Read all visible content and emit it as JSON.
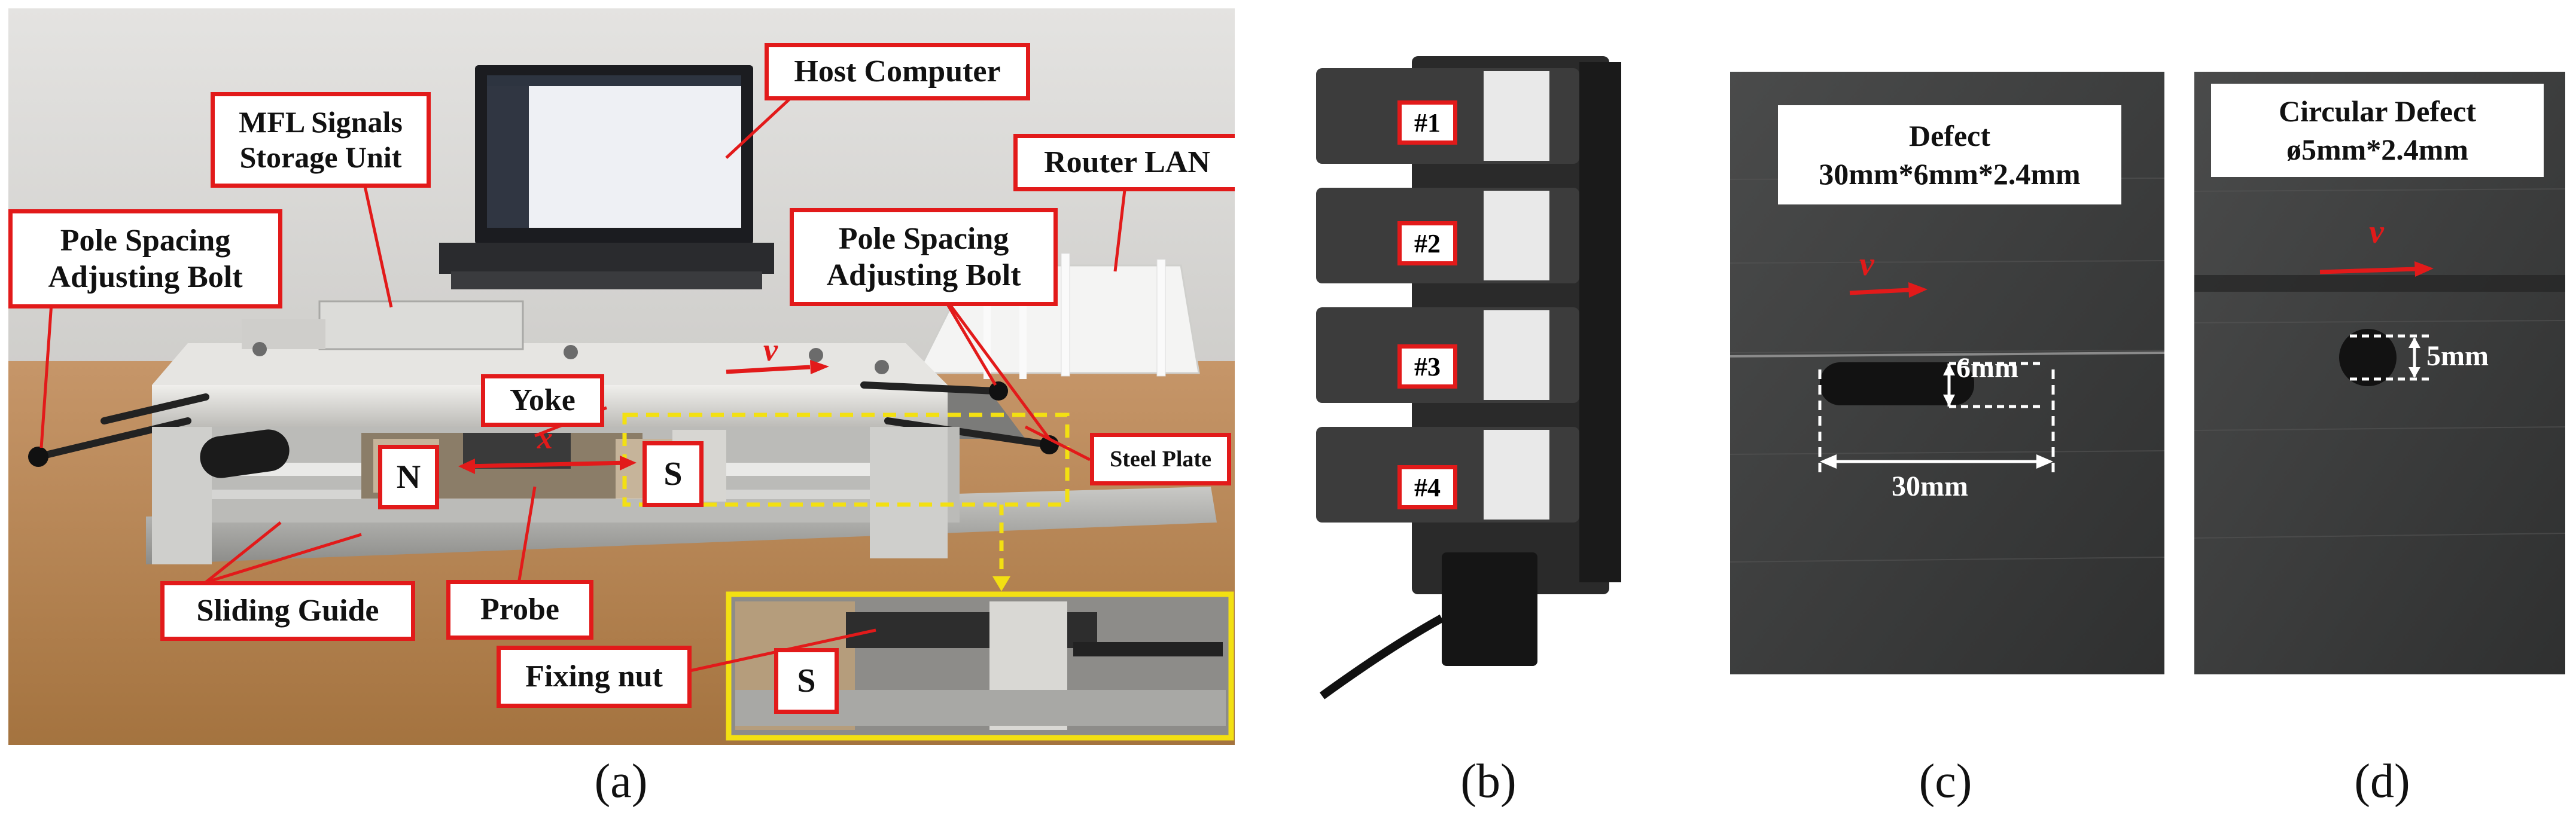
{
  "panel_a": {
    "caption": "(a)",
    "labels": {
      "host_computer": "Host Computer",
      "mfl_storage": "MFL Signals\nStorage Unit",
      "router_lan": "Router LAN",
      "pole_spacing_left": "Pole Spacing\nAdjusting Bolt",
      "pole_spacing_right": "Pole Spacing\nAdjusting Bolt",
      "yoke": "Yoke",
      "steel_plate": "Steel Plate",
      "sliding_guide": "Sliding Guide",
      "probe": "Probe",
      "fixing_nut": "Fixing nut",
      "pole_n": "N",
      "pole_s": "S",
      "pole_s_inset": "S",
      "velocity_upper": "v",
      "velocity_yoke": "x"
    }
  },
  "panel_b": {
    "caption": "(b)",
    "probes": [
      "#1",
      "#2",
      "#3",
      "#4"
    ]
  },
  "panel_c": {
    "caption": "(c)",
    "title_line1": "Defect",
    "title_line2": "30mm*6mm*2.4mm",
    "velocity": "v",
    "height_dim": "6mm",
    "width_dim": "30mm"
  },
  "panel_d": {
    "caption": "(d)",
    "title_line1": "Circular Defect",
    "title_line2": "ø5mm*2.4mm",
    "velocity": "v",
    "diameter_dim": "5mm"
  },
  "colors": {
    "annotation_red": "#e21a1a",
    "inset_yellow": "#f3e012",
    "wall": "#d9d8d6",
    "table": "#b5814f",
    "steel": "#3d3e3f"
  }
}
